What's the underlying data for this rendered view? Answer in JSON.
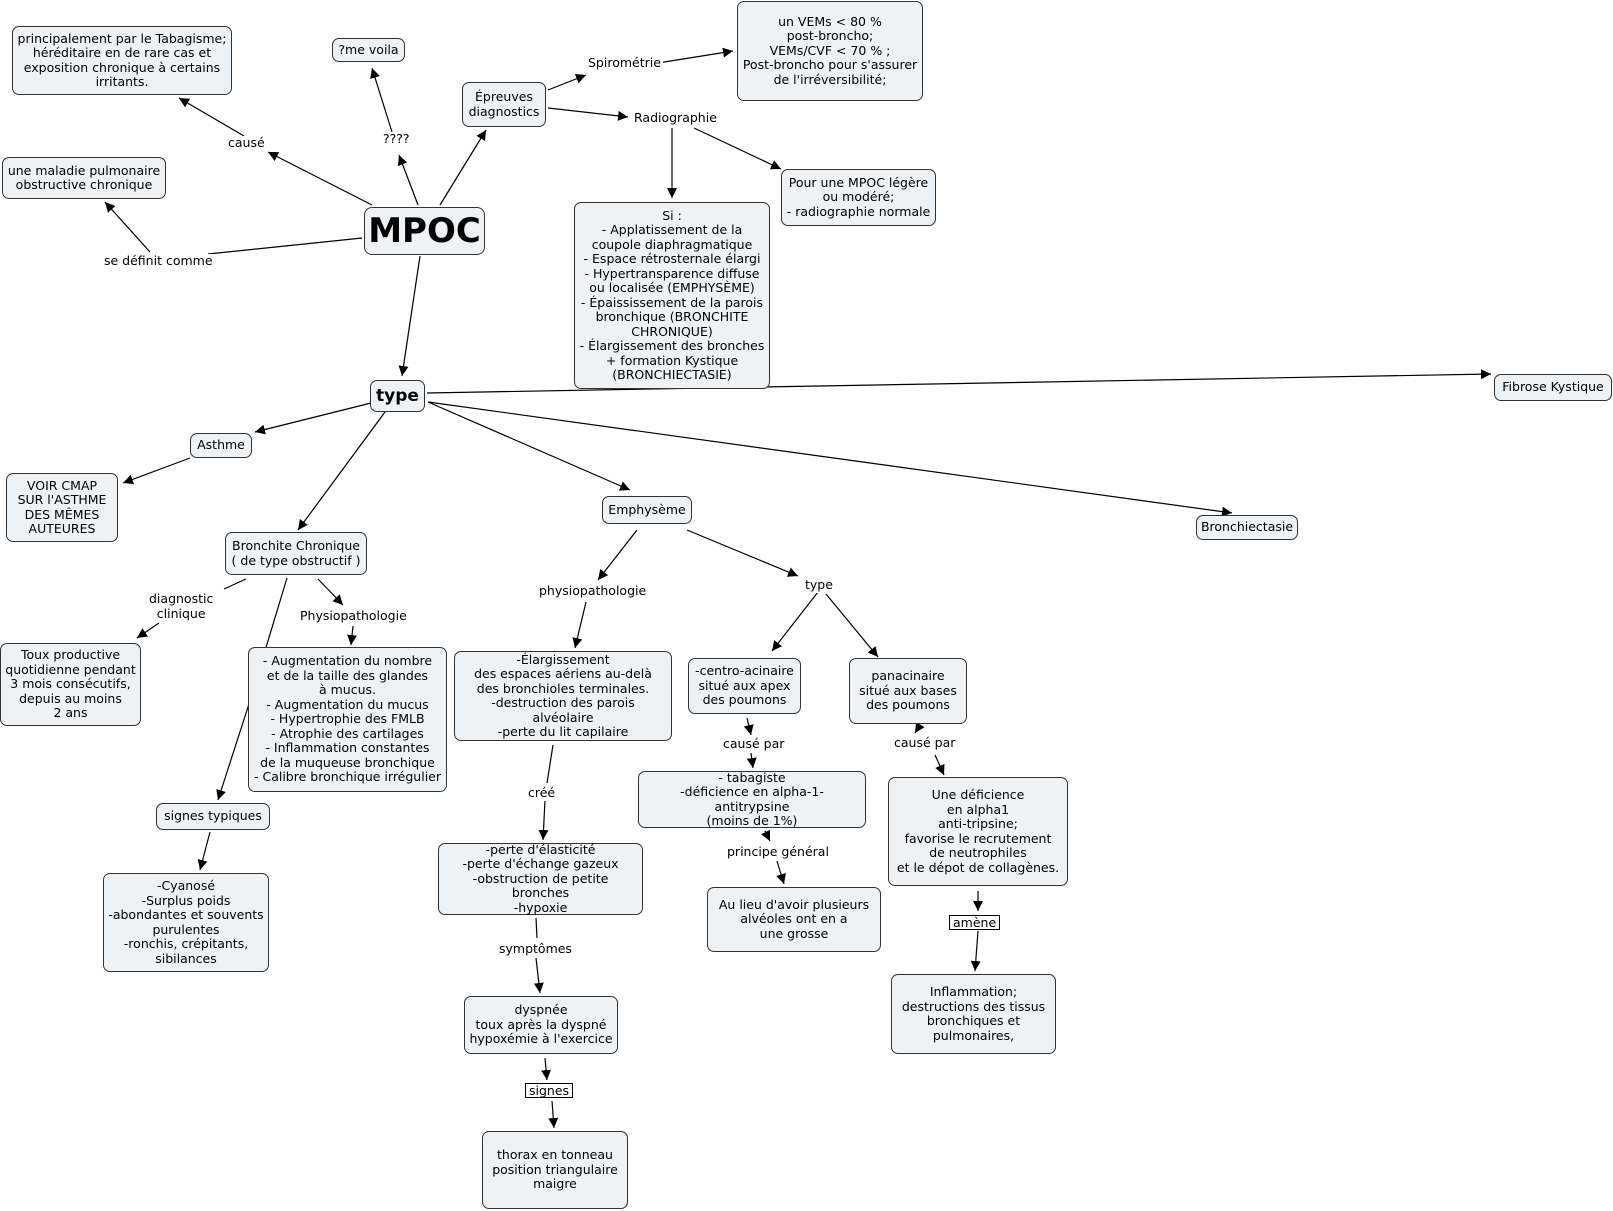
{
  "colors": {
    "node_fill": "#eef2f5",
    "node_border": "#333333",
    "edge": "#000000",
    "background": "#ffffff"
  },
  "nodes": {
    "mpoc": "MPOC",
    "causes": "principalement par le Tabagisme;\nhéréditaire en de rare cas et\nexposition chronique à certains\nirritants.",
    "me_voila": "?me voila",
    "definition": "une maladie pulmonaire\nobstructive chronique",
    "epreuves": "Épreuves\ndiagnostics",
    "spirometrie_result": "un VEMs < 80 %\npost-broncho;\nVEMs/CVF < 70 % ;\nPost-broncho pour s'assurer\nde l'irréversibilité;",
    "radio_normale": "Pour une MPOC légère\nou modéré;\n- radiographie normale",
    "radio_si": "Si :\n- Applatissement de la\ncoupole diaphragmatique\n- Espace rétrosternale élargi\n- Hypertransparence diffuse\nou localisée (EMPHYSÈME)\n- Épaississement de la parois\nbronchique (BRONCHITE\nCHRONIQUE)\n- Élargissement des bronches\n+ formation Kystique\n(BRONCHIECTASIE)",
    "type": "type",
    "fibrose": "Fibrose Kystique",
    "asthme": "Asthme",
    "voir_cmap": "VOIR CMAP\nSUR  l'ASTHME\nDES MÊMES\nAUTEURES",
    "bronchite": "Bronchite Chronique\n( de type obstructif )",
    "emphyseme": "Emphysème",
    "bronchiectasie": "Bronchiectasie",
    "toux": "Toux productive\nquotidienne pendant\n3 mois consécutifs,\ndepuis au moins\n2 ans",
    "bc_physio": "-  Augmentation du nombre\net de la taille des glandes\nà mucus.\n- Augmentation du mucus\n- Hypertrophie des FMLB\n- Atrophie des cartilages\n- Inflammation constantes\nde la muqueuse bronchique\n- Calibre bronchique irrégulier",
    "signes_typiques": "signes typiques",
    "cyanose": "-Cyanosé\n-Surplus poids\n-abondantes et souvents\npurulentes\n-ronchis, crépitants,\nsibilances",
    "emph_physio": "-Élargissement\ndes espaces aériens au-delà\ndes bronchioles terminales.\n-destruction des parois alvéolaire\n-perte du lit capilaire",
    "perte": "-perte d'élasticité\n-perte d'échange gazeux\n-obstruction de petite bronches\n-hypoxie",
    "dyspnee": "dyspnée\ntoux après la dyspné\nhypoxémie à l'exercice",
    "thorax": "thorax en tonneau\nposition triangulaire\nmaigre",
    "centro": "-centro-acinaire\nsitué aux apex\ndes poumons",
    "tabagiste": "- tabagiste\n-déficience en alpha-1-antitrypsine\n(moins de 1%)",
    "au_lieu": "Au lieu d'avoir plusieurs\nalvéoles ont en a\nune grosse",
    "panacinaire": "panacinaire\nsitué aux bases\ndes poumons",
    "deficience": "Une déficience\nen alpha1\nanti-tripsine;\nfavorise le recrutement\nde neutrophiles\net le dépot de collagènes.",
    "inflammation": "Inflammation;\ndestructions des tissus\nbronchiques et\npulmonaires,"
  },
  "labels": {
    "cause": "causé",
    "qqqq": "????",
    "se_definit": "se définit comme",
    "spirometrie": "Spirométrie",
    "radiographie": "Radiographie",
    "diagnostic_clinique": "diagnostic\nclinique",
    "bc_physiopathologie": "Physiopathologie",
    "emph_physiopathologie": "physiopathologie",
    "emph_type": "type",
    "cree": "créé",
    "symptomes": "symptômes",
    "signes": "signes",
    "cause_par_centro": "causé par",
    "principe": "principe général",
    "cause_par_pan": "causé par",
    "amene": "amène"
  }
}
